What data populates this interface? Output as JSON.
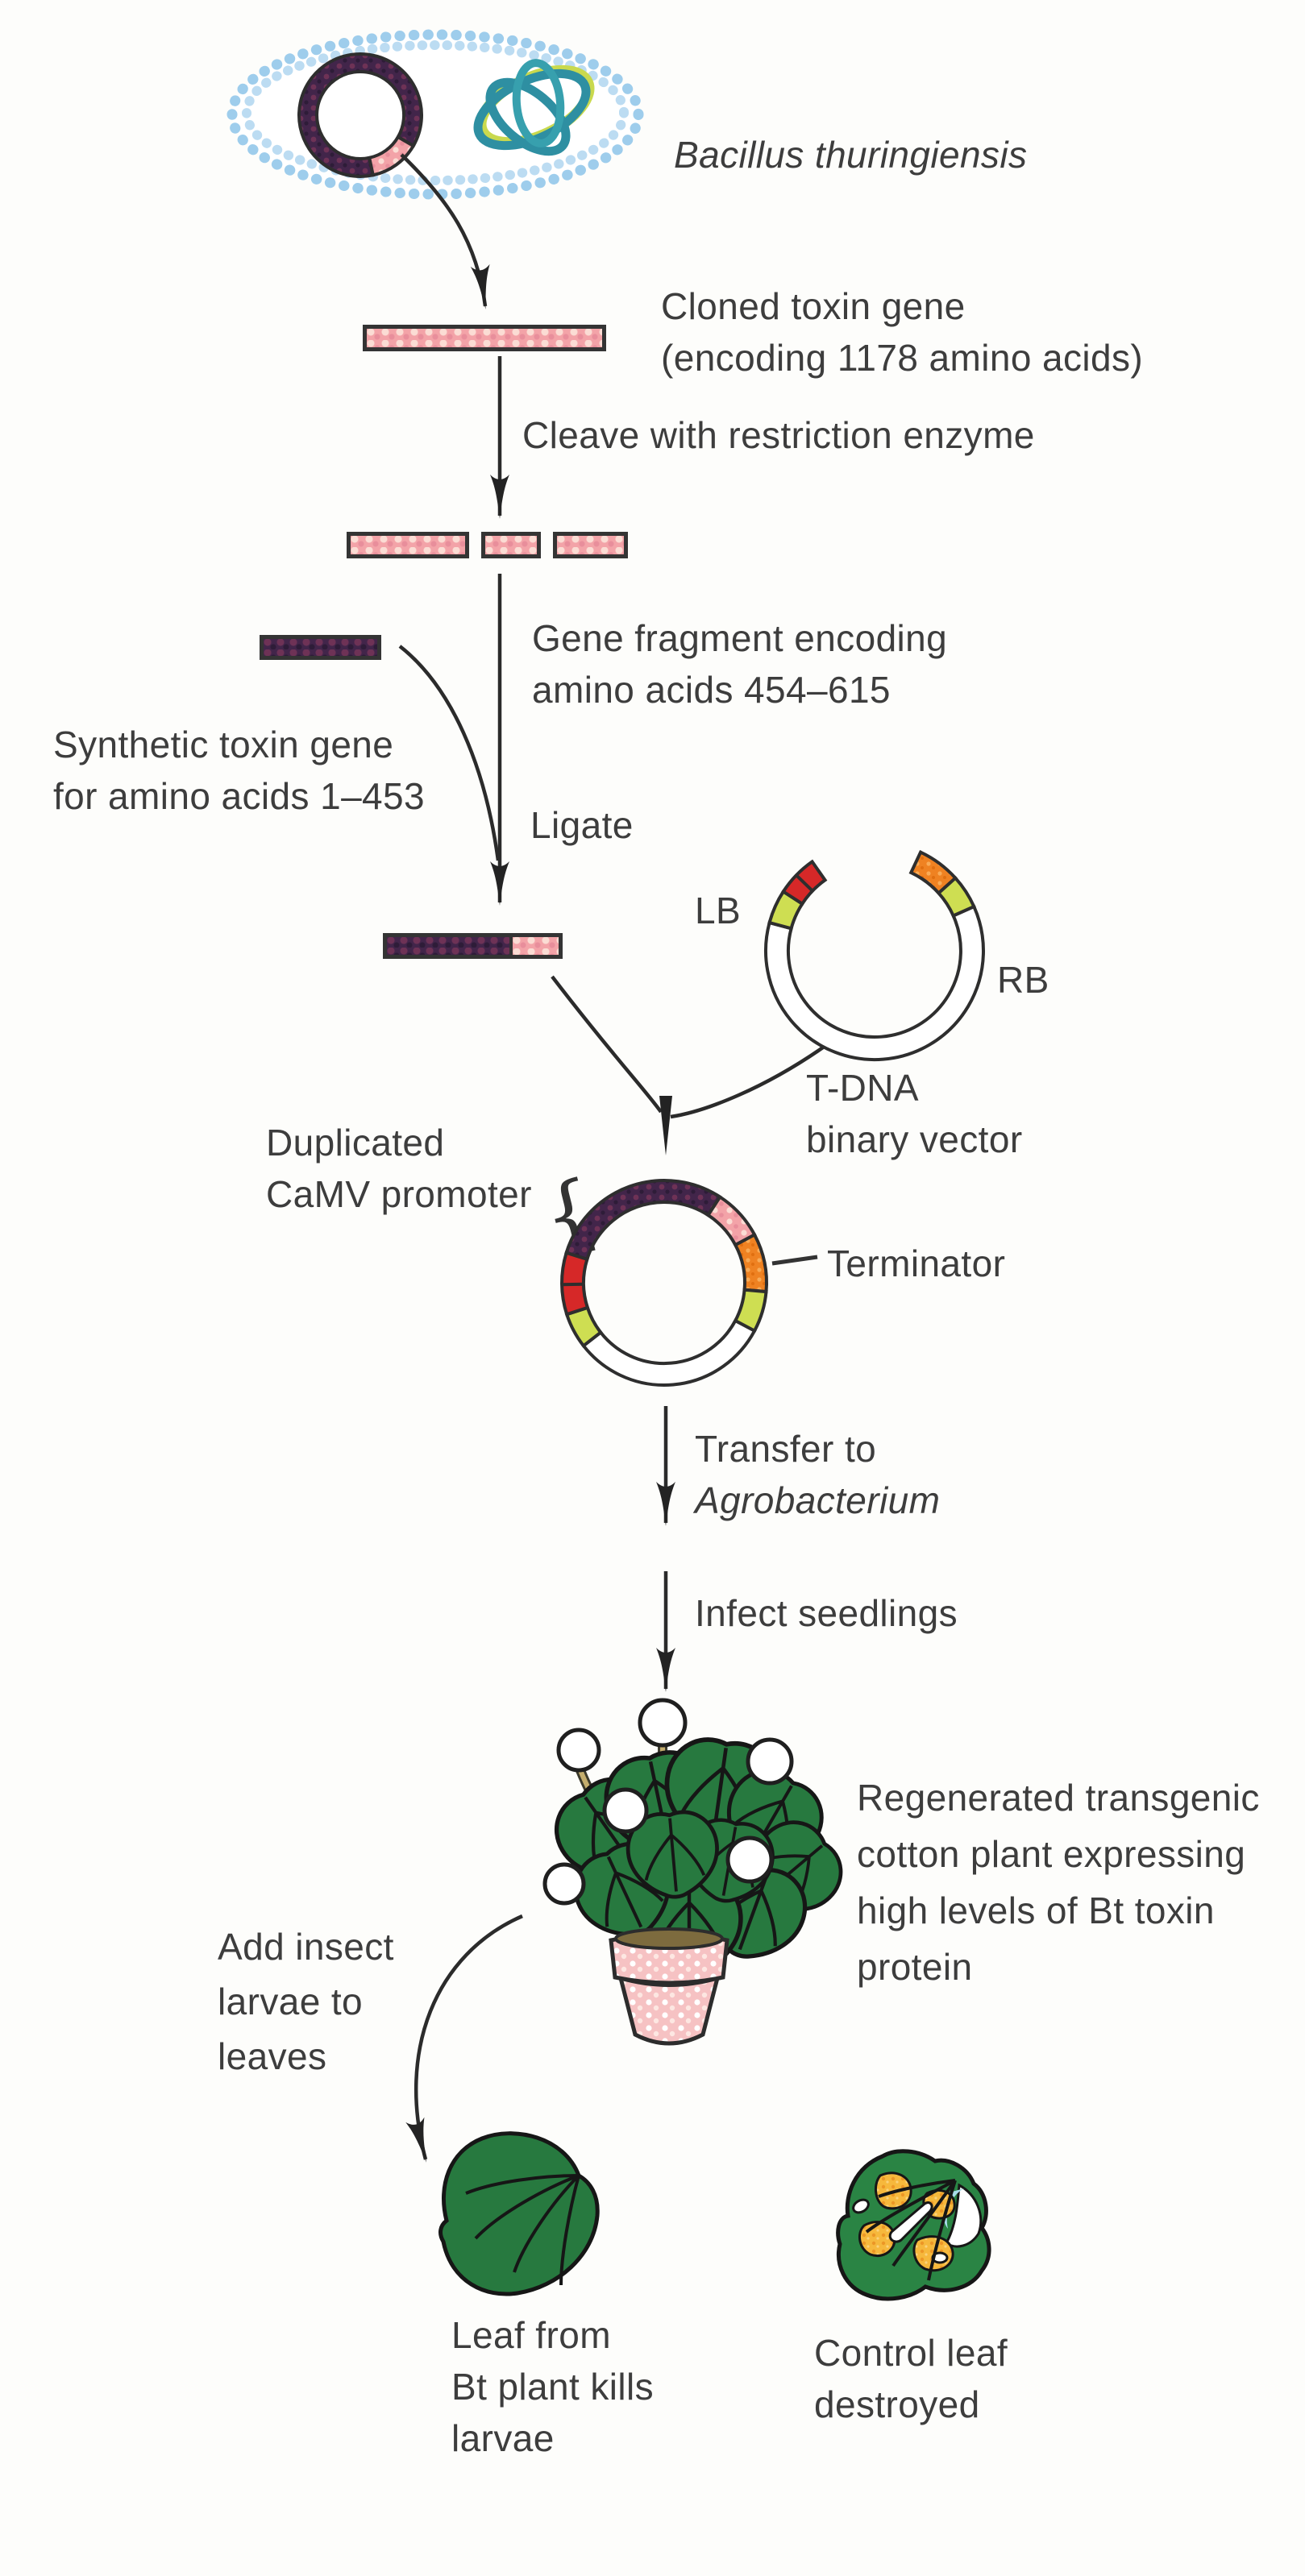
{
  "bacterium": {
    "label": "Bacillus thuringiensis"
  },
  "cloned_gene": {
    "label_lines": [
      "Cloned toxin gene",
      "(encoding 1178 amino acids)"
    ]
  },
  "cleave": {
    "label": "Cleave with restriction enzyme"
  },
  "gene_fragment": {
    "label_lines": [
      "Gene fragment encoding",
      "amino acids 454–615"
    ]
  },
  "synthetic_gene": {
    "label_lines": [
      "Synthetic toxin gene",
      "for amino acids 1–453"
    ]
  },
  "ligate": {
    "label": "Ligate"
  },
  "tdna_vector": {
    "lb": "LB",
    "rb": "RB",
    "label_lines": [
      "T-DNA",
      "binary vector"
    ]
  },
  "plasmid": {
    "promoter_lines": [
      "Duplicated",
      "CaMV promoter"
    ],
    "terminator": "Terminator"
  },
  "transfer": {
    "line1": "Transfer to",
    "line2": "Agrobacterium"
  },
  "infect": {
    "label": "Infect seedlings"
  },
  "plant": {
    "label_lines": [
      "Regenerated transgenic",
      "cotton plant expressing",
      "high levels of Bt toxin",
      "protein"
    ]
  },
  "add_larvae": {
    "label_lines": [
      "Add insect",
      "larvae to",
      "leaves"
    ]
  },
  "bt_leaf": {
    "label_lines": [
      "Leaf from",
      "Bt plant kills",
      "larvae"
    ]
  },
  "control_leaf": {
    "label_lines": [
      "Control leaf",
      "destroyed"
    ]
  },
  "colors": {
    "text": "#3d3d3d",
    "gene_pink": "#f3a3a8",
    "gene_purple": "#42254a",
    "promoter_red": "#d62828",
    "border_yellow_green": "#cede52",
    "terminator_orange": "#ef8222",
    "chromosome_teal": "#2e8fa2",
    "membrane_blue": "#a9d3ee",
    "leaf_green": "#27793f",
    "pot_pink": "#f6c2c3",
    "chewed_yellow": "#f6b83c"
  }
}
